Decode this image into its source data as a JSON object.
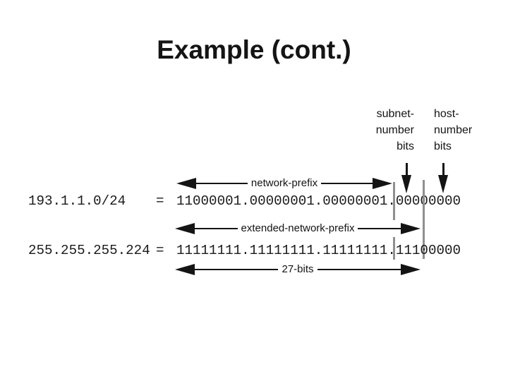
{
  "slide": {
    "title": "Example (cont.)"
  },
  "diagram": {
    "subnet_label": {
      "lines": [
        "subnet-",
        "number",
        "bits"
      ]
    },
    "host_label": {
      "lines": [
        "host-",
        "number",
        "bits"
      ]
    },
    "arrows": {
      "network_prefix": "network-prefix",
      "extended_network_prefix": "extended-network-prefix",
      "bits_span": "27-bits"
    },
    "rows": [
      {
        "address": "193.1.1.0/24",
        "equals": "=",
        "binary": "11000001.00000001.00000001.00000000"
      },
      {
        "address": "255.255.255.224",
        "equals": "=",
        "binary": "11111111.11111111.11111111.11100000"
      }
    ]
  },
  "colors": {
    "background": "#ffffff",
    "title_text": "#141414",
    "body_text": "#1a1a1a",
    "arrow": "#141414",
    "separator": "#8f8f8f"
  }
}
